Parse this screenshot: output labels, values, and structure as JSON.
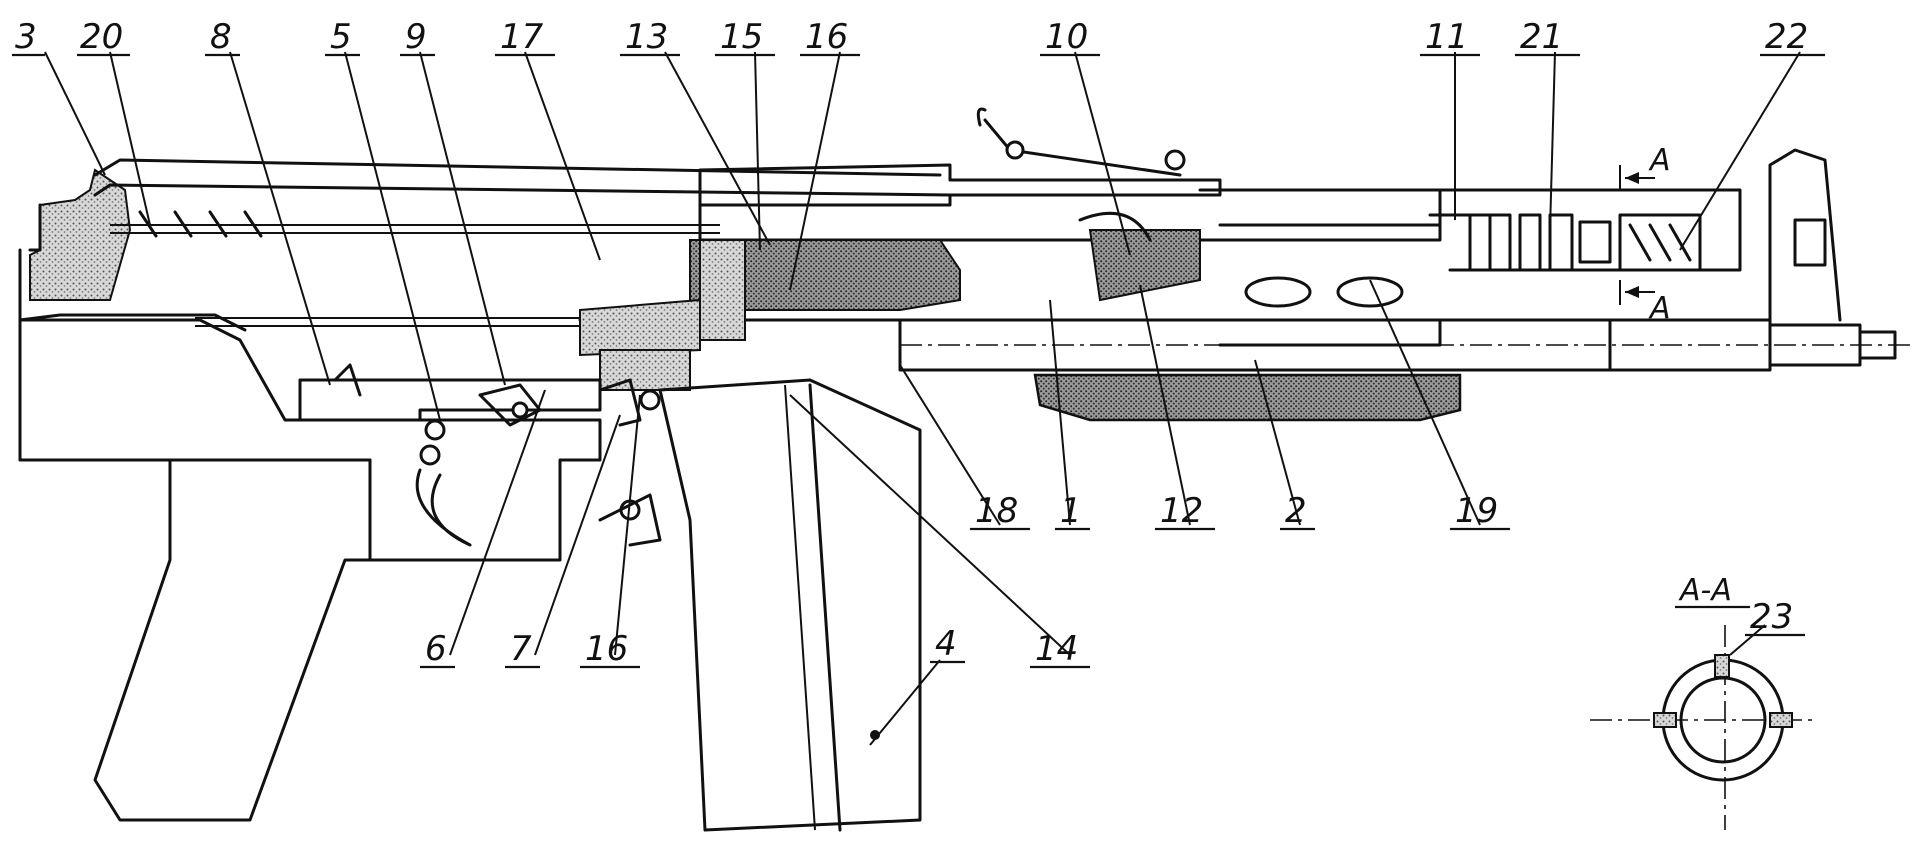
{
  "diagram": {
    "callouts": [
      "3",
      "20",
      "8",
      "5",
      "9",
      "17",
      "13",
      "15",
      "16",
      "10",
      "11",
      "21",
      "22",
      "6",
      "7",
      "16",
      "14",
      "4",
      "18",
      "1",
      "12",
      "2",
      "19",
      "23"
    ],
    "section_label": "A-A",
    "section_arrow_letter": "A",
    "colors": {
      "ink": "#111111",
      "paper": "#ffffff",
      "stipple": "#9a9a9a",
      "stipple_dark": "#5c5c5c"
    }
  }
}
